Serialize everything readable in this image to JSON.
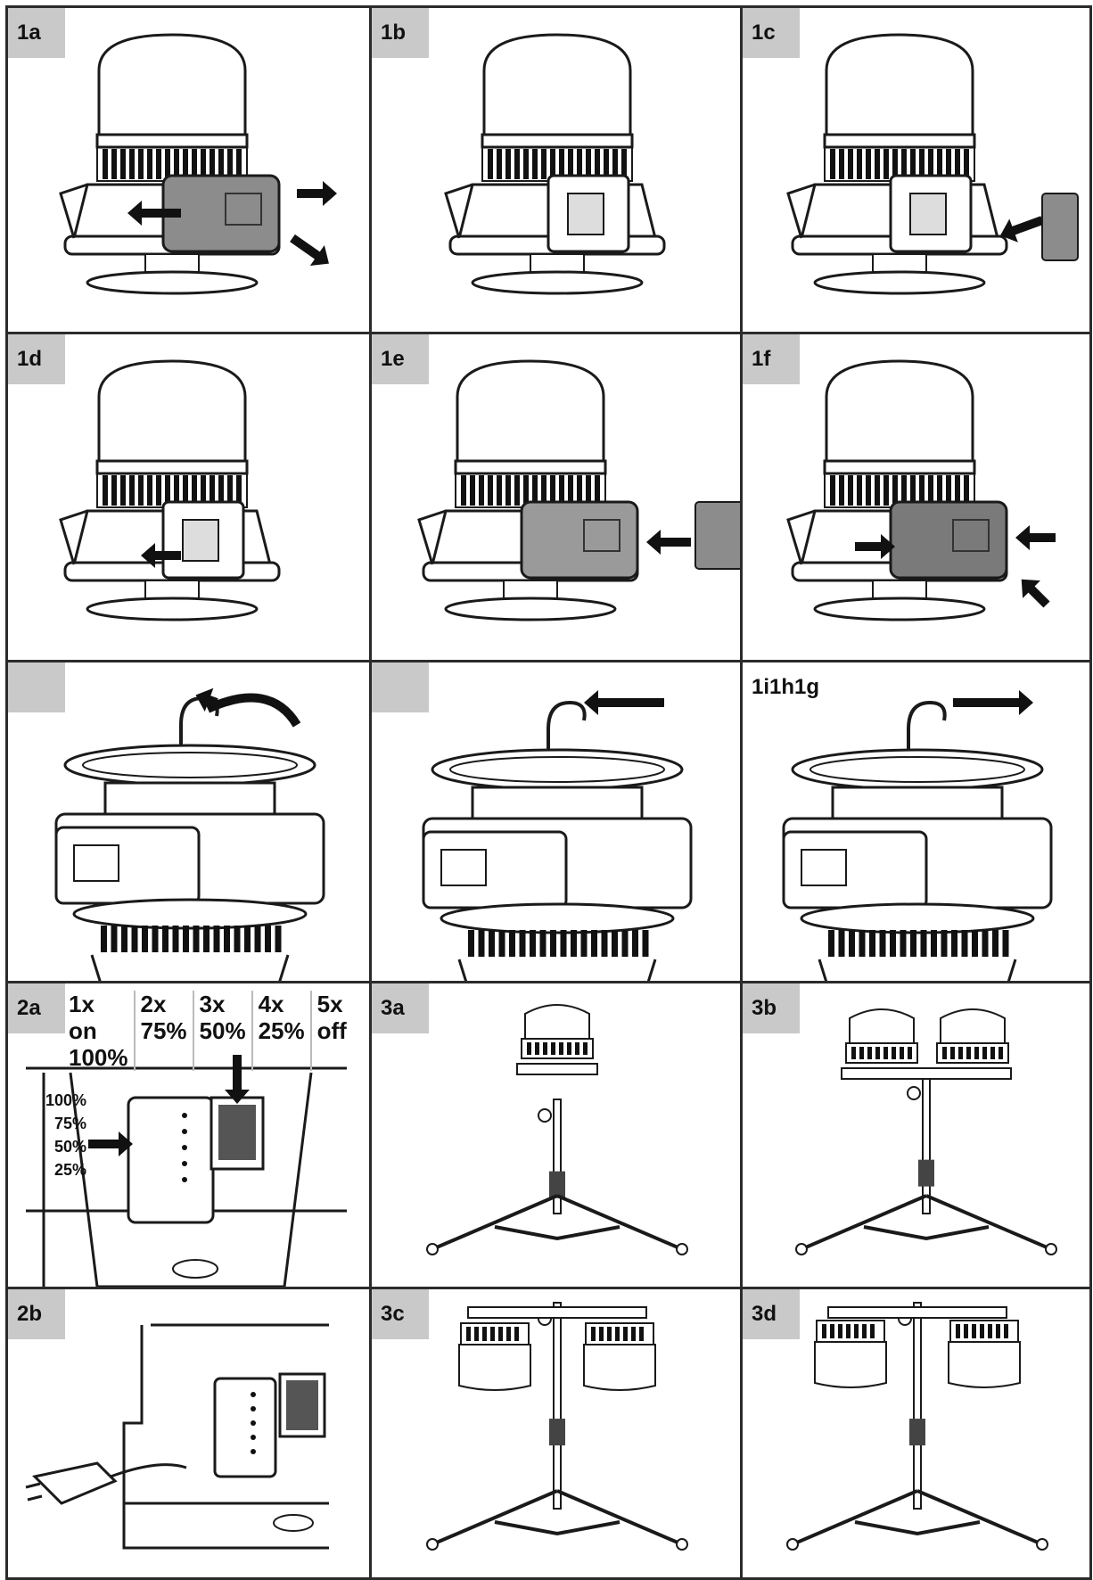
{
  "panels": [
    {
      "label": "1a",
      "kind": "lamp-remove"
    },
    {
      "label": "1b",
      "kind": "lamp-open"
    },
    {
      "label": "1c",
      "kind": "lamp-adapter"
    },
    {
      "label": "1d",
      "kind": "lamp-slide"
    },
    {
      "label": "1e",
      "kind": "lamp-insert"
    },
    {
      "label": "1f",
      "kind": "lamp-push"
    },
    {
      "label": "",
      "kind": "hook-rotate"
    },
    {
      "label": "",
      "kind": "hook-left"
    },
    {
      "label": "1i1h1g",
      "kind": "hook-right"
    },
    {
      "label": "2a",
      "kind": "switch"
    },
    {
      "label": "3a",
      "kind": "tripod-single"
    },
    {
      "label": "3b",
      "kind": "tripod-double"
    },
    {
      "label": "2b",
      "kind": "plug"
    },
    {
      "label": "3c",
      "kind": "tripod-hang"
    },
    {
      "label": "3d",
      "kind": "tripod-hang-small"
    }
  ],
  "switch_modes": [
    {
      "presses": "1x on",
      "level": "100%"
    },
    {
      "presses": "2x",
      "level": "75%"
    },
    {
      "presses": "3x",
      "level": "50%"
    },
    {
      "presses": "4x",
      "level": "25%"
    },
    {
      "presses": "5x off",
      "level": ""
    }
  ],
  "indicator_levels": [
    "100%",
    "75%",
    "50%",
    "25%"
  ],
  "colors": {
    "line": "#1a1a1a",
    "battery": "#8c8c8c",
    "badge": "#c9c9c9"
  }
}
